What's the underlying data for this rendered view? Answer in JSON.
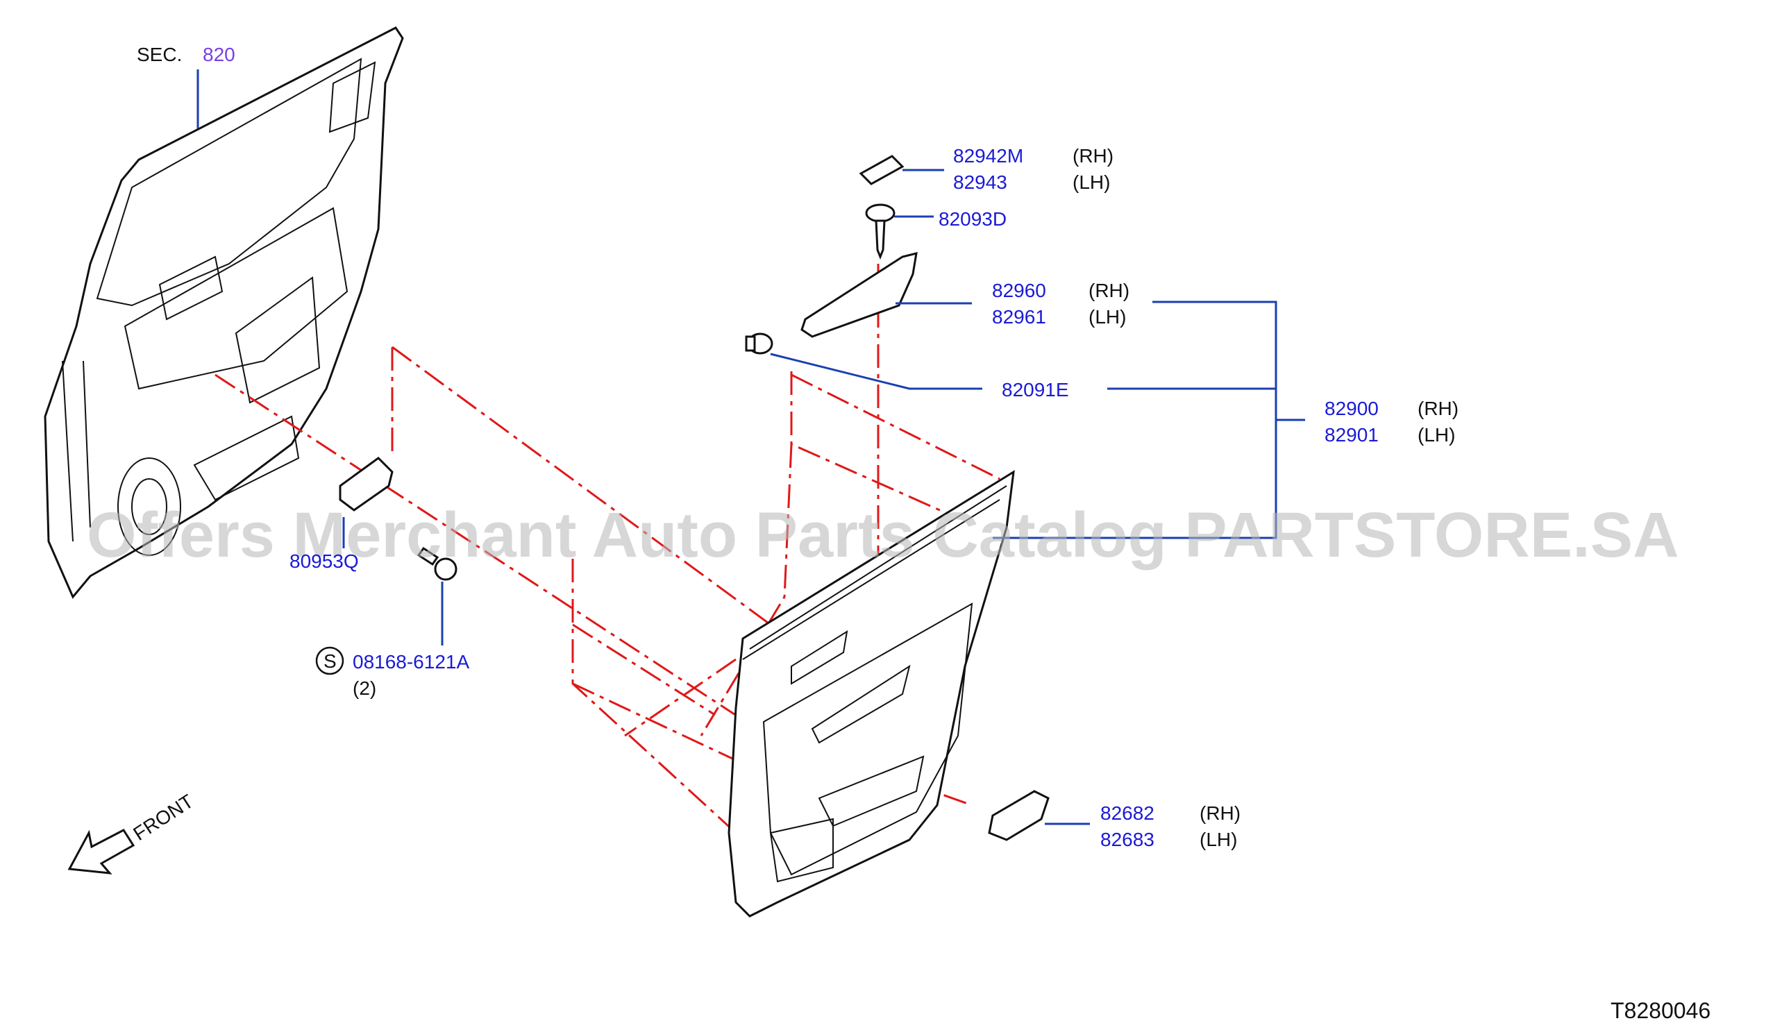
{
  "diagram": {
    "section_ref": {
      "prefix": "SEC.",
      "number": "820"
    },
    "callouts": {
      "finisher_cover": {
        "rh": "82942M",
        "lh": "82943",
        "rh_tag": "(RH)",
        "lh_tag": "(LH)"
      },
      "screw_top": {
        "part": "82093D"
      },
      "armrest_switch": {
        "rh": "82960",
        "lh": "82961",
        "rh_tag": "(RH)",
        "lh_tag": "(LH)"
      },
      "clip": {
        "part": "82091E"
      },
      "finisher_assy": {
        "rh": "82900",
        "lh": "82901",
        "rh_tag": "(RH)",
        "lh_tag": "(LH)"
      },
      "bracket": {
        "part": "80953Q"
      },
      "bolt": {
        "symbol": "S",
        "part": "08168-6121A",
        "qty": "(2)"
      },
      "handle_escutcheon": {
        "rh": "82682",
        "lh": "82683",
        "rh_tag": "(RH)",
        "lh_tag": "(LH)"
      }
    },
    "front_label": "FRONT",
    "drawing_id": "T8280046",
    "watermark": "Offers Merchant Auto Parts Catalog PARTSTORE.SA",
    "colors": {
      "part_number": "#1a1ad6",
      "section_number": "#7a3fe0",
      "leader": "#1a3fb0",
      "assembly_line": "#e01818"
    }
  }
}
